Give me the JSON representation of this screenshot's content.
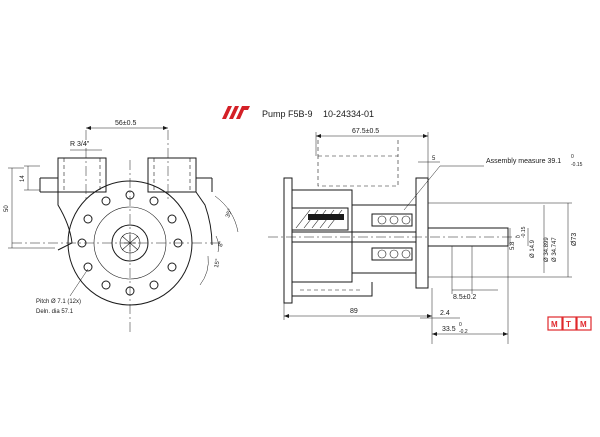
{
  "header": {
    "title": "Pump F5B-9",
    "part_number": "10-24334-01",
    "brand_logo": "jabsco-logo"
  },
  "front_view": {
    "dim_width": "56±0.5",
    "thread": "R 3/4\"",
    "dim_14": "14",
    "dim_50": "50",
    "angle_35": "35°",
    "angle_8": "8°",
    "angle_15": "15°",
    "pitch": "Pitch Ø 7.1 (12x)",
    "deln": "Deln. dia 57.1"
  },
  "side_view": {
    "dim_67": "67.5±0.5",
    "dim_5": "5",
    "assembly": "Assembly measure 39.1",
    "assembly_tol_upper": "0",
    "assembly_tol_lower": "-0.15",
    "dim_5_8": "5.8",
    "dim_5_8_tol_upper": "0",
    "dim_5_8_tol_lower": "-0.15",
    "dia_14_9": "Ø 14.9",
    "dia_34_899": "Ø 34.899",
    "dia_34_747": "Ø 34.747",
    "dia_73": "Ø73",
    "dim_8_5": "8.5±0.2",
    "dim_89": "89",
    "dim_2_4": "2.4",
    "dim_33_5": "33.5",
    "dim_33_5_tol_upper": "0",
    "dim_33_5_tol_lower": "-0.2"
  },
  "watermark": {
    "letters": [
      "M",
      "T",
      "M"
    ],
    "color": "#e0282c"
  }
}
